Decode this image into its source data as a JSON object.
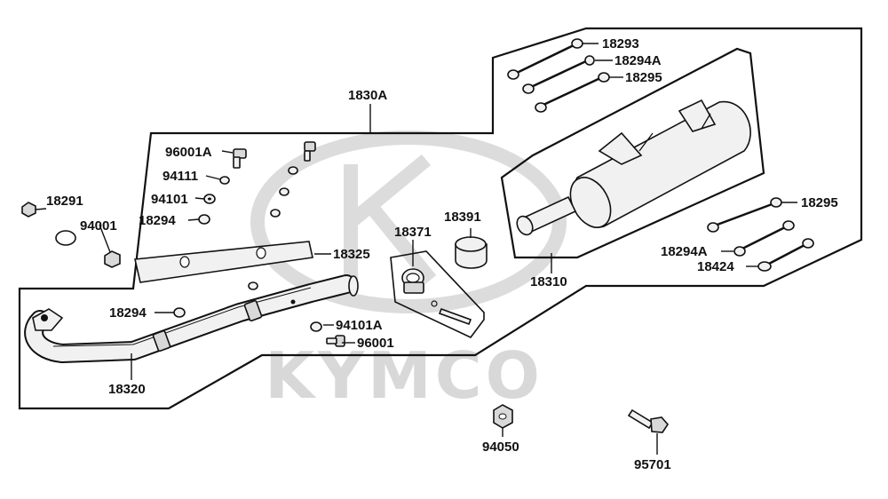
{
  "brand": {
    "watermark": "KYMCO",
    "watermark_color": "#d8d8d8"
  },
  "colors": {
    "line": "#111111",
    "part_fill": "#f1f1f1",
    "background": "#ffffff"
  },
  "labels": {
    "group_1830A": "1830A",
    "p96001A": "96001A",
    "p94111": "94111",
    "p94101": "94101",
    "p18294_upper": "18294",
    "p18291": "18291",
    "p94001": "94001",
    "p18325": "18325",
    "p18294_lower": "18294",
    "p18320": "18320",
    "p94101A": "94101A",
    "p96001": "96001",
    "p18371": "18371",
    "p18391": "18391",
    "p18310": "18310",
    "p18293": "18293",
    "p18294A_top": "18294A",
    "p18295_top": "18295",
    "p18295_right": "18295",
    "p18294A_right": "18294A",
    "p18424": "18424",
    "p94050": "94050",
    "p95701": "95701"
  }
}
